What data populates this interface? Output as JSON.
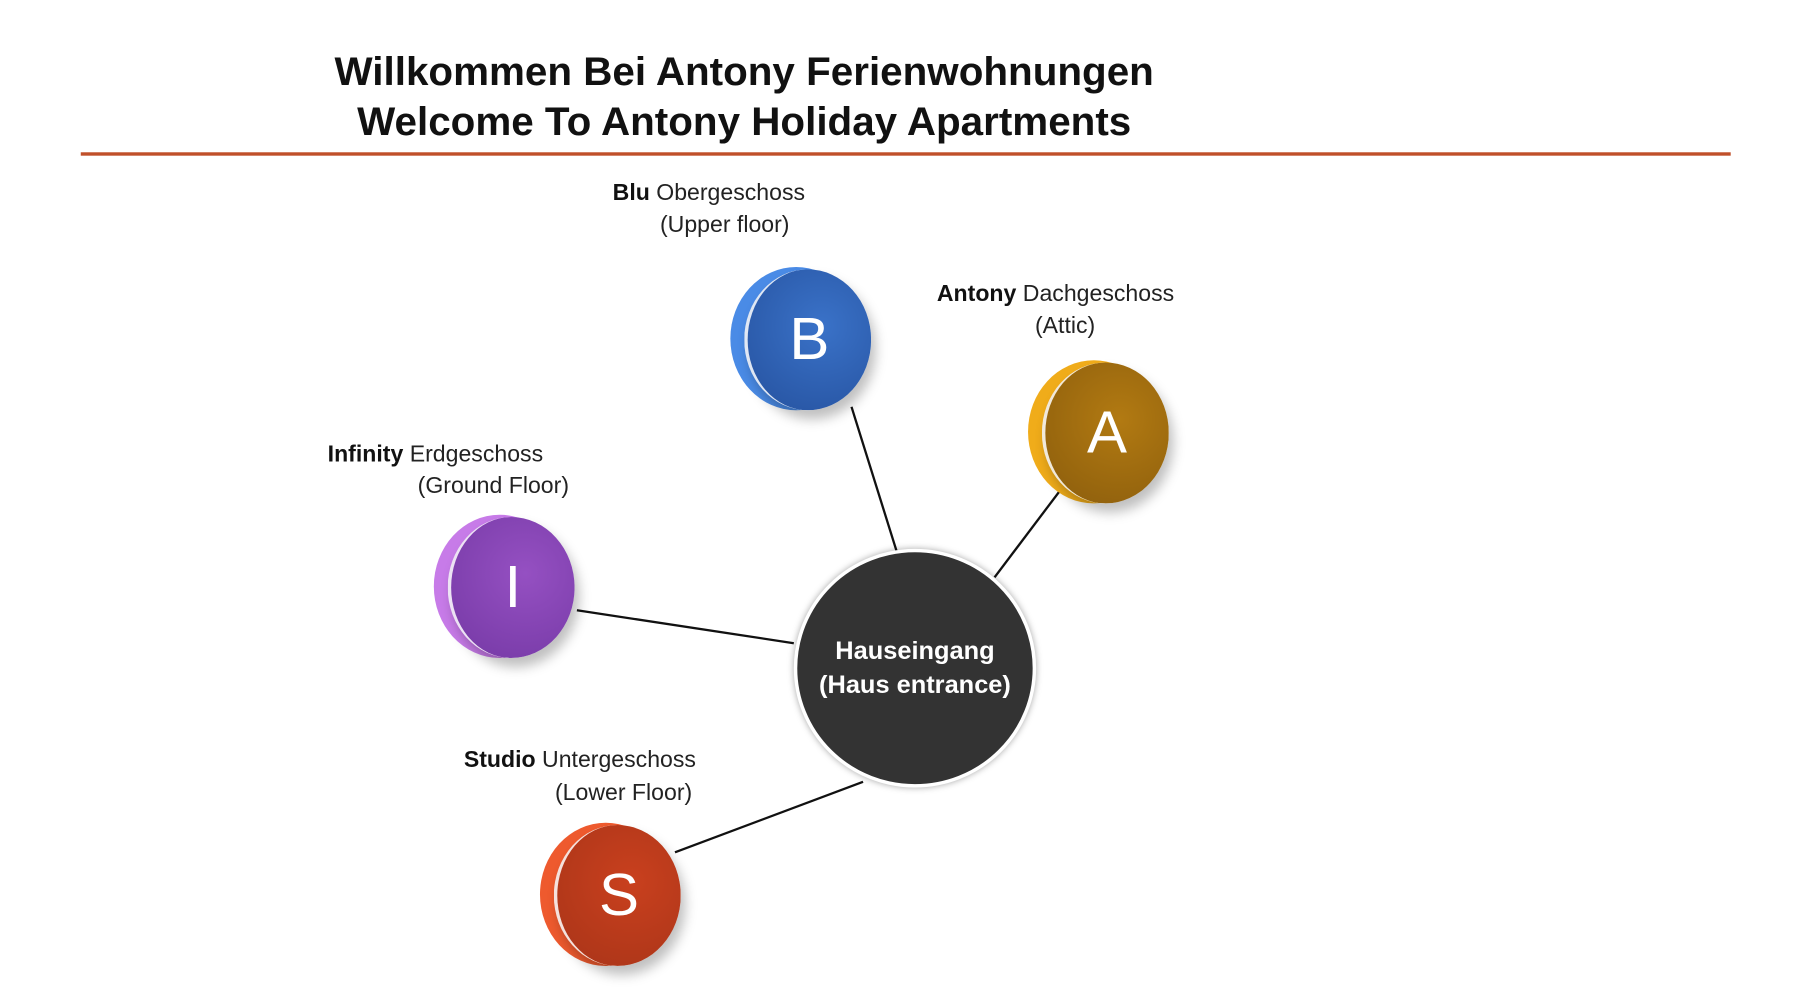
{
  "title": {
    "line1": "Willkommen Bei Antony Ferienwohnungen",
    "line2": "Welcome To Antony Holiday Apartments"
  },
  "hub": {
    "line1": "Hauseingang",
    "line2": "(Haus entrance)"
  },
  "nodes": [
    {
      "letter": "B",
      "name": "Blu",
      "floor": "Obergeschoss",
      "floor_en": "(Upper floor)",
      "color": "#2f63b5"
    },
    {
      "letter": "A",
      "name": "Antony",
      "floor": "Dachgeschoss",
      "floor_en": "(Attic)",
      "color": "#c88a0c"
    },
    {
      "letter": "I",
      "name": "Infinity",
      "floor": "Erdgeschoss",
      "floor_en": "(Ground Floor)",
      "color": "#8a45b8"
    },
    {
      "letter": "S",
      "name": "Studio",
      "floor": "Untergeschoss",
      "floor_en": "(Lower Floor)",
      "color": "#c9401e"
    }
  ],
  "colors": {
    "rule": "#c0502a",
    "hub": "#333333"
  }
}
